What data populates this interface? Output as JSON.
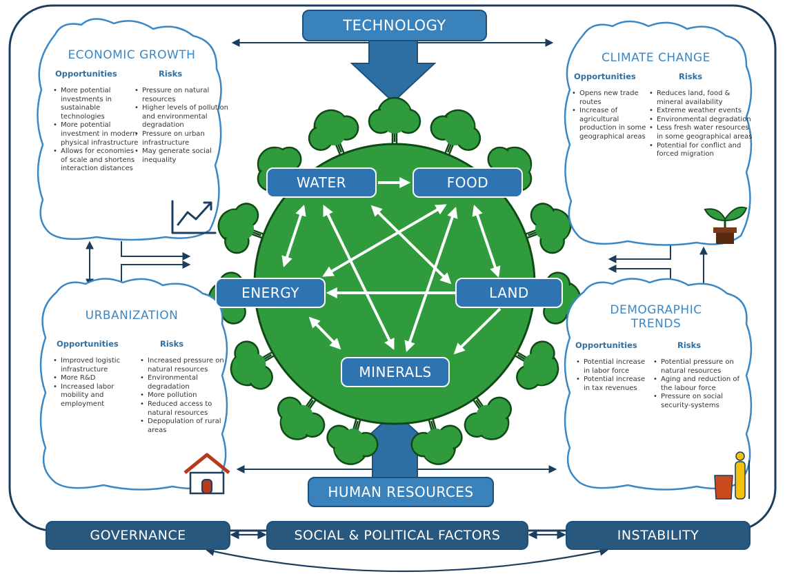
{
  "top": {
    "technology": "TECHNOLOGY",
    "human_resources": "HUMAN RESOURCES"
  },
  "bottom": {
    "governance": "GOVERNANCE",
    "social_political": "SOCIAL & POLITICAL FACTORS",
    "instability": "INSTABILITY"
  },
  "nodes": {
    "water": "WATER",
    "food": "FOOD",
    "energy": "ENERGY",
    "land": "LAND",
    "minerals": "MINERALS"
  },
  "economic_growth": {
    "title": "ECONOMIC GROWTH",
    "opportunities_label": "Opportunities",
    "risks_label": "Risks",
    "opportunities": [
      "More potential investments in sustainable technologies",
      "More potential investment in modern physical infrastructure",
      "Allows for economies of scale and shortens interaction distances"
    ],
    "risks": [
      "Pressure on natural resources",
      "Higher levels of pollution and environmental degradation",
      "Pressure on urban infrastructure",
      "May generate social inequality"
    ]
  },
  "climate_change": {
    "title": "CLIMATE CHANGE",
    "opportunities_label": "Opportunities",
    "risks_label": "Risks",
    "opportunities": [
      "Opens new trade routes",
      "Increase of agricultural production in some geographical areas"
    ],
    "risks": [
      "Reduces land, food & mineral availability",
      "Extreme weather events",
      "Environmental degradation",
      "Less fresh water resources in some geographical areas",
      "Potential for conflict and forced migration"
    ]
  },
  "urbanization": {
    "title": "URBANIZATION",
    "opportunities_label": "Opportunities",
    "risks_label": "Risks",
    "opportunities": [
      "Improved logistic infrastructure",
      "More R&D",
      "Increased labor mobility and employment"
    ],
    "risks": [
      "Increased pressure on natural resources",
      "Environmental degradation",
      "More pollution",
      "Reduced access to natural resources",
      "Depopulation of rural areas"
    ]
  },
  "demographic_trends": {
    "title_line1": "DEMOGRAPHIC",
    "title_line2": "TRENDS",
    "opportunities_label": "Opportunities",
    "risks_label": "Risks",
    "opportunities": [
      "Potential increase in labor force",
      "Potential increase in tax revenues"
    ],
    "risks": [
      "Potential pressure on natural resources",
      "Aging and reduction of the labour force",
      "Pressure on social security-systems"
    ]
  },
  "colors": {
    "blue": "#2e6fa3",
    "dark_blue": "#1b3d5e",
    "green": "#2e9a3b",
    "dark_green": "#0f4a16",
    "title_blue": "#3a87c5"
  },
  "icons": [
    "chart-up-icon",
    "plant-icon",
    "house-icon",
    "people-icon"
  ]
}
